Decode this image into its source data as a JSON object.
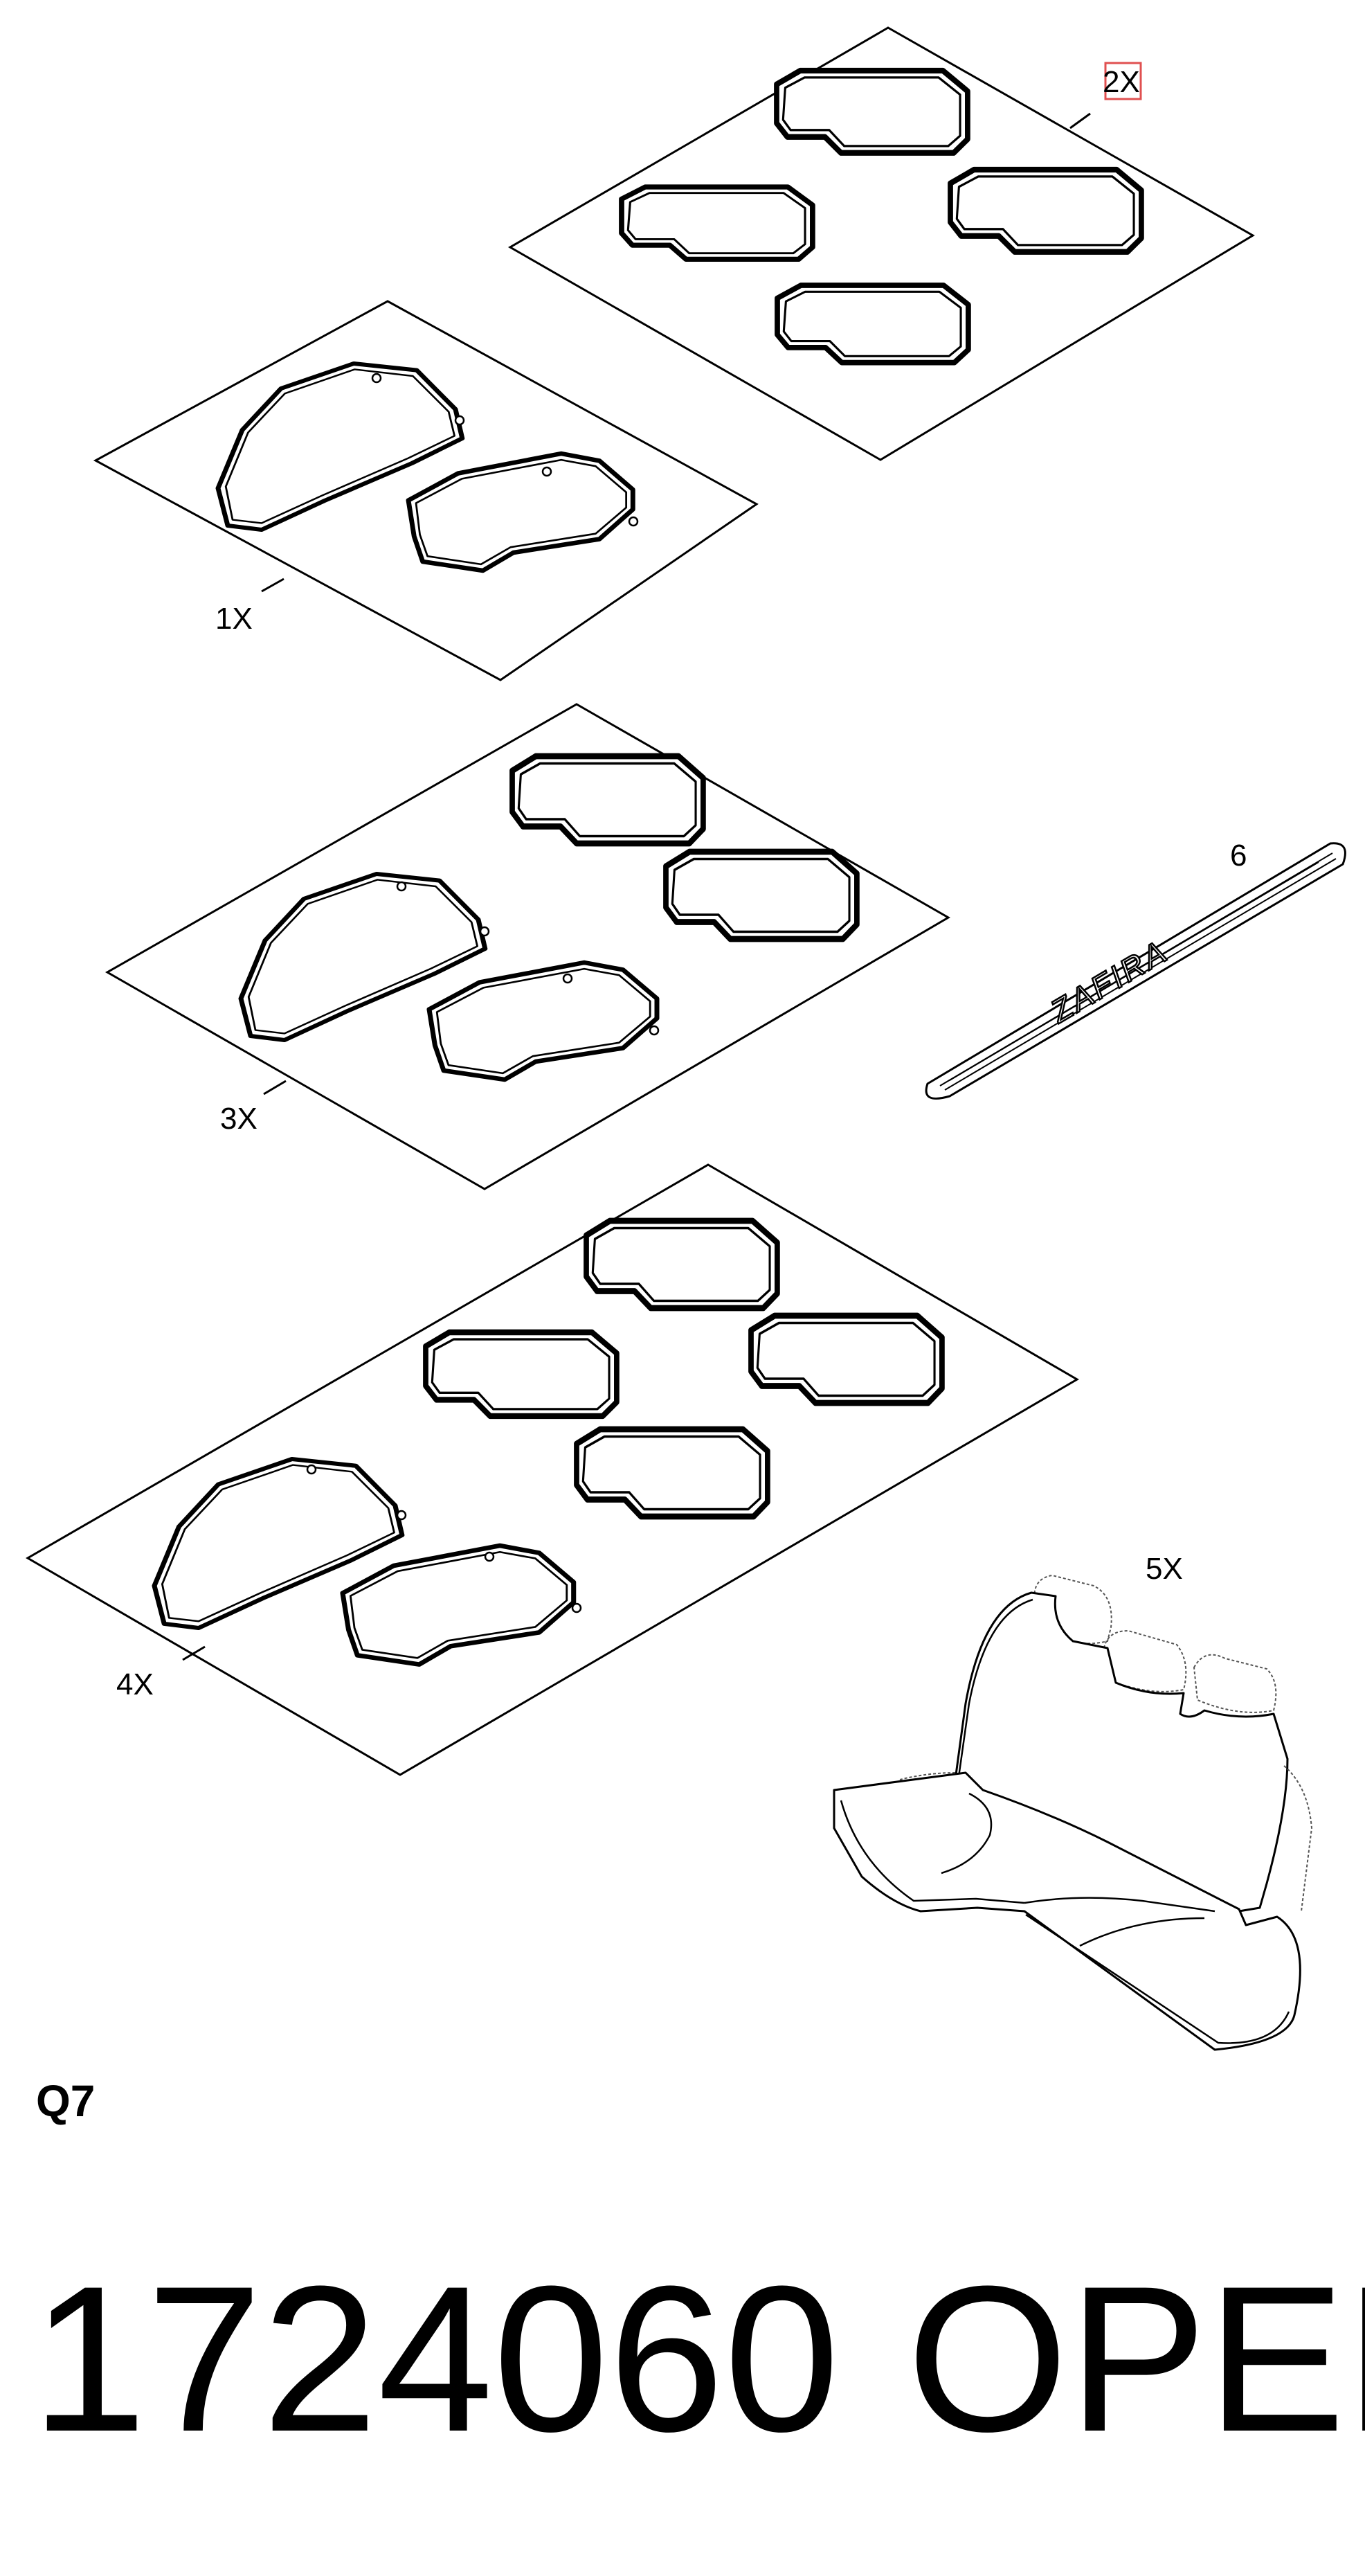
{
  "callouts": {
    "item1": "1X",
    "item2": "2X",
    "item3": "3X",
    "item4": "4X",
    "item5": "5X",
    "item6": "6"
  },
  "sill_plate_text": "ZAFIRA",
  "section_code": "Q7",
  "part_number": "1724060",
  "brand": "OPEL",
  "highlight_color": "#e05050"
}
